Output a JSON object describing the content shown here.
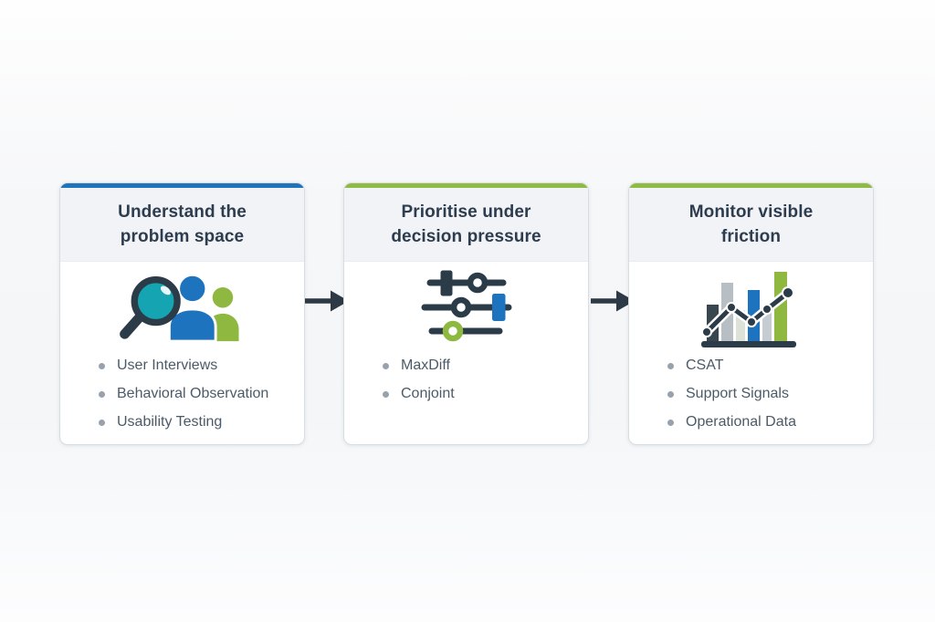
{
  "colors": {
    "accent_blue": "#1f74bb",
    "accent_green": "#8fba44",
    "brand_blue": "#1e73be",
    "brand_green": "#8fb841",
    "brand_teal": "#15a4b2",
    "dark_slate": "#2c3b48",
    "title_text": "#2d3c4e",
    "bullet_text": "#4c5a68"
  },
  "cards": [
    {
      "title": "Understand the problem space",
      "accent_color": "#1f74bb",
      "icon": "magnifier-users-icon",
      "bullets": [
        "User Interviews",
        "Behavioral Observation",
        "Usability Testing"
      ]
    },
    {
      "title": "Prioritise under decision pressure",
      "accent_color": "#8fba44",
      "icon": "sliders-icon",
      "bullets": [
        "MaxDiff",
        "Conjoint"
      ]
    },
    {
      "title": "Monitor visible friction",
      "accent_color": "#8fba44",
      "icon": "bar-chart-trend-icon",
      "bullets": [
        "CSAT",
        "Support Signals",
        "Operational Data"
      ]
    }
  ]
}
